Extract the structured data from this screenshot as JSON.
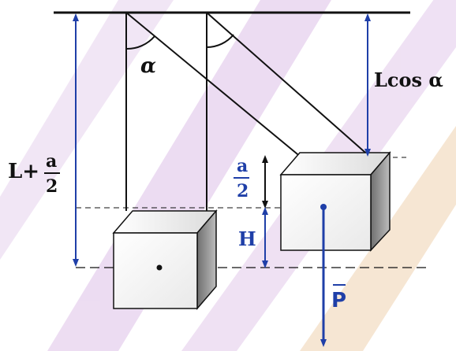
{
  "labels": {
    "angle": "α",
    "length_left_main": "L+",
    "frac_a_num": "a",
    "frac_a_den": "2",
    "length_right": "Lcos α",
    "half_a_num": "a",
    "half_a_den": "2",
    "height": "H",
    "weight": "P"
  },
  "colors": {
    "line": "#111111",
    "blue": "#1f3fa8",
    "watermark": "#c9a0d6",
    "watermark_accent": "#e8c38f"
  }
}
